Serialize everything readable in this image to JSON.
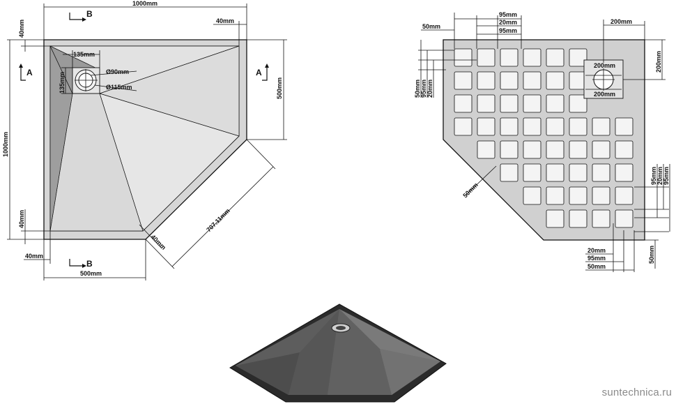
{
  "watermark": "suntechnica.ru",
  "top_view": {
    "dims": {
      "width_total": "1000mm",
      "height_total": "1000mm",
      "edge_top": "40mm",
      "edge_right": "40mm",
      "edge_left_bottom": "40mm",
      "edge_bottom": "40mm",
      "side_right": "500mm",
      "side_bottom": "500mm",
      "diagonal": "707.11mm",
      "diagonal_edge": "40mm",
      "drain_w": "135mm",
      "drain_h": "135mm",
      "drain_d1": "Ø90mm",
      "drain_d2": "Ø115mm"
    },
    "section_marks": {
      "b_top": "B",
      "b_bottom": "B",
      "a_left": "A",
      "a_right": "A"
    }
  },
  "bottom_view": {
    "dims": {
      "top_50": "50mm",
      "top_95": "95mm",
      "top_20": "20mm",
      "top_95b": "95mm",
      "drain_200": "200mm",
      "drain_200v": "200mm",
      "drain_200a": "200mm",
      "drain_200b": "200mm",
      "left_50": "50mm",
      "left_95": "95mm",
      "left_20": "20mm",
      "diag_50": "50mm",
      "right_95": "95mm",
      "right_20": "20mm",
      "right_95b": "95mm",
      "right_50": "50mm",
      "bot_20": "20mm",
      "bot_95": "95mm",
      "bot_50": "50mm"
    }
  },
  "colors": {
    "tray": "#d4d4d4",
    "tray_dark": "#a9a9a9",
    "line": "#111111",
    "render_top": "#5a5a5a"
  }
}
